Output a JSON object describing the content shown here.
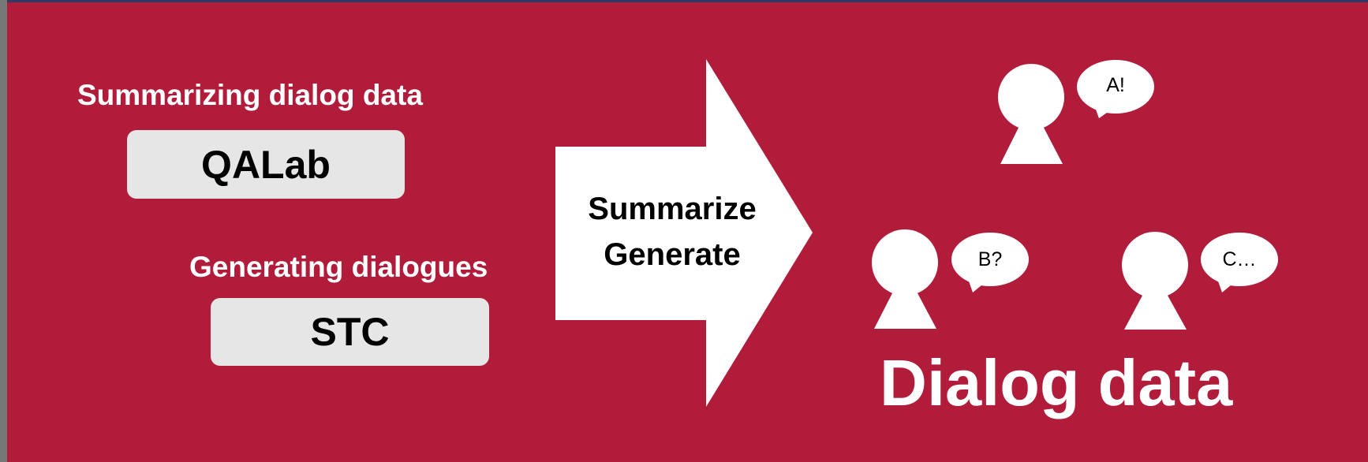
{
  "inputs": {
    "summarizing": {
      "caption": "Summarizing dialog data",
      "box": "QALab"
    },
    "generating": {
      "caption": "Generating dialogues",
      "box": "STC"
    }
  },
  "arrow": {
    "line1": "Summarize",
    "line2": "Generate"
  },
  "output": {
    "title": "Dialog data",
    "speakers": [
      {
        "speech": "A!"
      },
      {
        "speech": "B?"
      },
      {
        "speech": "C…"
      }
    ]
  },
  "colors": {
    "background": "#b21c3b",
    "box": "#e6e6e6",
    "shape": "#ffffff"
  }
}
